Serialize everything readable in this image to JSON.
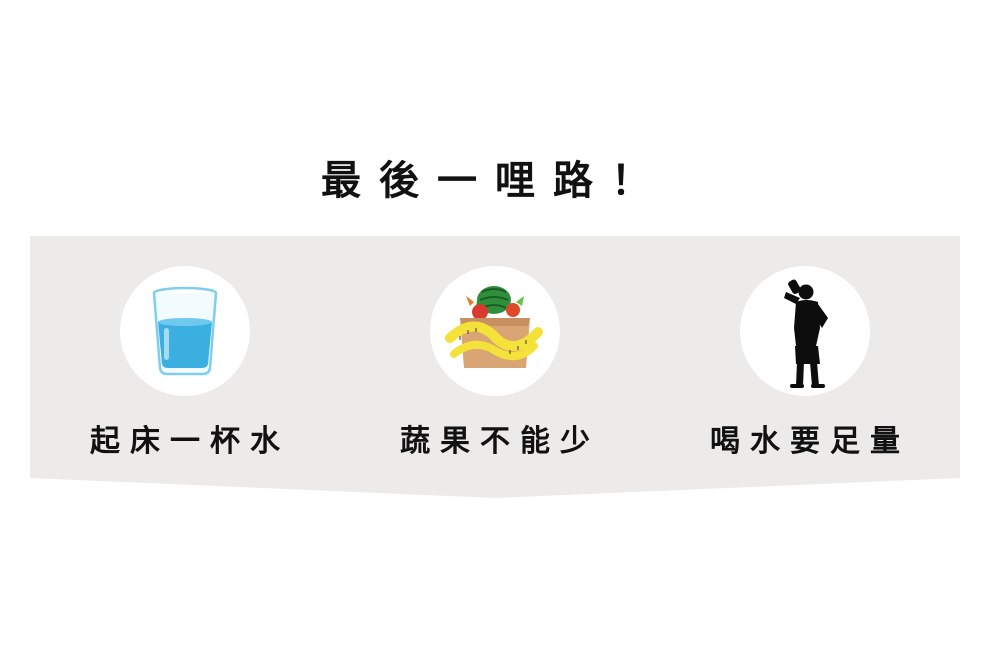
{
  "title": "最後一哩路！",
  "colors": {
    "band": "#ecebea",
    "text": "#111111",
    "water": "#3bb0e0",
    "silhouette": "#0d0d0d",
    "tape": "#f4e23a"
  },
  "items": [
    {
      "icon": "glass-of-water-icon",
      "label": "起床一杯水"
    },
    {
      "icon": "vegetable-bag-icon",
      "label": "蔬果不能少"
    },
    {
      "icon": "person-drinking-icon",
      "label": "喝水要足量"
    }
  ]
}
